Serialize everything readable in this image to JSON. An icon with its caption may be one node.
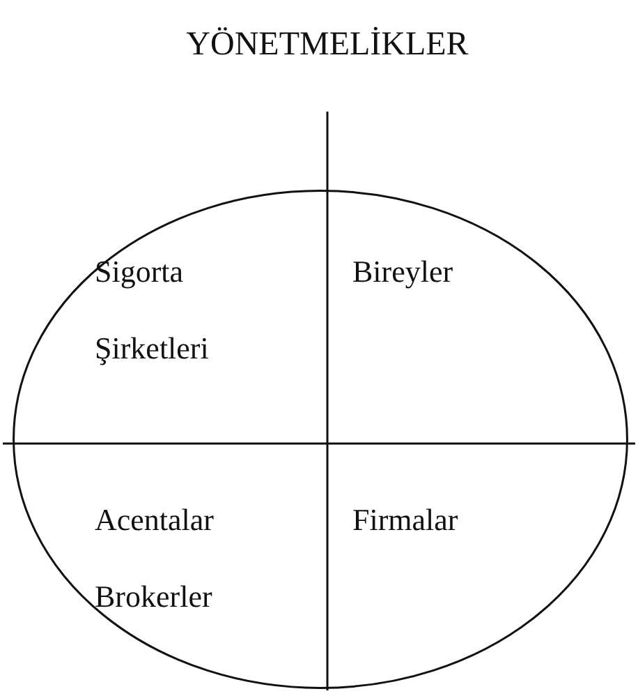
{
  "diagram": {
    "title": "YÖNETMELİKLER",
    "nodes": [
      {
        "text": [],
        "shape": "circle"
      },
      {
        "text": [
          "Sigorta Şirketleri"
        ],
        "in": 0
      },
      {
        "text": [
          "Bireyler"
        ],
        "in": 0
      },
      {
        "text": [
          "Acentalar Brokerler"
        ],
        "in": 0
      },
      {
        "text": [
          "Firmalar"
        ],
        "in": 0
      }
    ],
    "edges": []
  }
}
